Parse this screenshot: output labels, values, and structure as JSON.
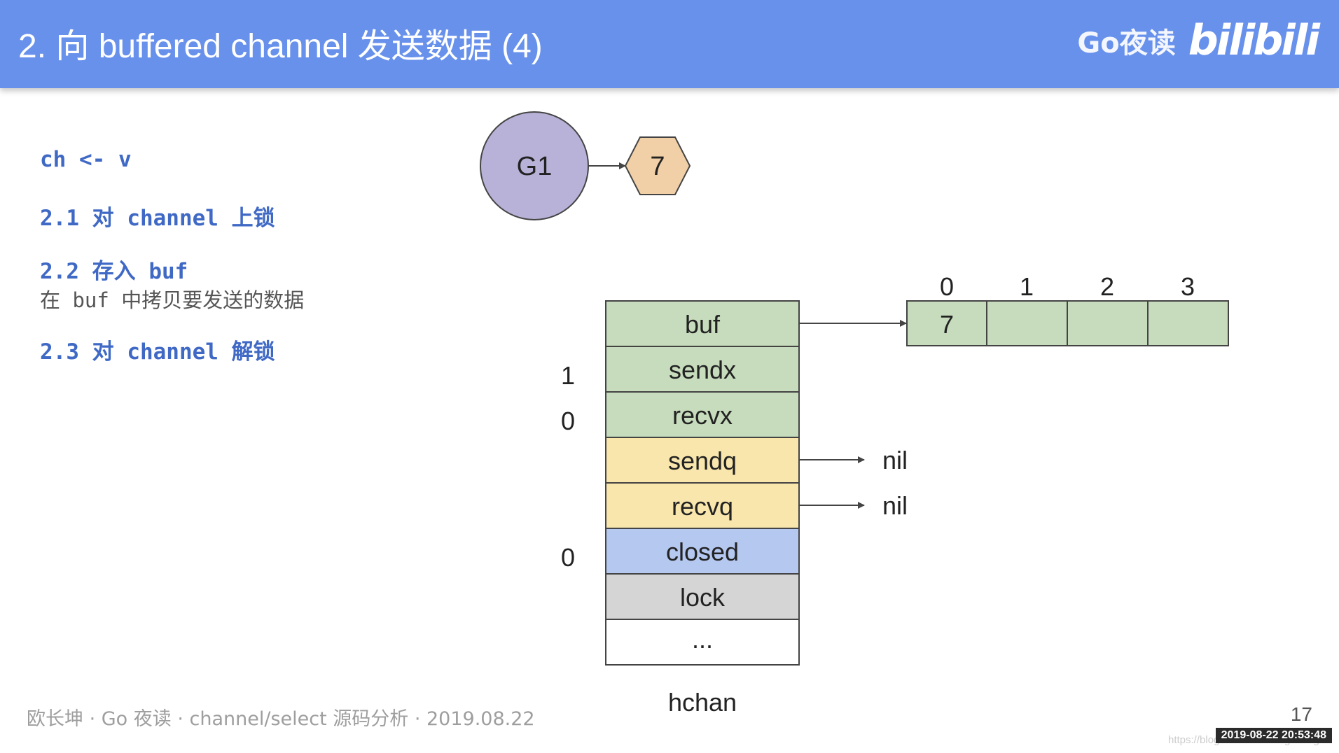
{
  "header": {
    "title": "2. 向 buffered channel 发送数据 (4)",
    "brand_text": "Go夜读",
    "brand_logo": "bilibili",
    "background_color": "#6891ec"
  },
  "steps": {
    "code": "ch <- v",
    "step1": "2.1 对 channel 上锁",
    "step2": "2.2 存入 buf",
    "step2_note": "在 buf 中拷贝要发送的数据",
    "step3": "2.3 对 channel 解锁"
  },
  "goroutine": {
    "label": "G1",
    "value": "7",
    "circle_color": "#b8b2d8",
    "value_color": "#f2d0a7"
  },
  "hchan": {
    "caption": "hchan",
    "fields": [
      {
        "name": "buf",
        "value": "",
        "color": "#c6dcbc"
      },
      {
        "name": "sendx",
        "value": "1",
        "color": "#c6dcbc"
      },
      {
        "name": "recvx",
        "value": "0",
        "color": "#c6dcbc"
      },
      {
        "name": "sendq",
        "value": "",
        "color": "#f9e6ad",
        "points_to": "nil"
      },
      {
        "name": "recvq",
        "value": "",
        "color": "#f9e6ad",
        "points_to": "nil"
      },
      {
        "name": "closed",
        "value": "0",
        "color": "#b5c8f0"
      },
      {
        "name": "lock",
        "value": "",
        "color": "#d5d5d5"
      },
      {
        "name": "...",
        "value": "",
        "color": "#ffffff"
      }
    ]
  },
  "buffer": {
    "indices": [
      "0",
      "1",
      "2",
      "3"
    ],
    "cells": [
      "7",
      "",
      "",
      ""
    ],
    "cell_color": "#c6dcbc"
  },
  "footer": {
    "text": "欧长坤 · Go 夜读 · channel/select 源码分析 · 2019.08.22",
    "page_number": "17",
    "url": "https://blog.csdn.net/wanghuang",
    "timestamp": "2019-08-22 20:53:48"
  }
}
